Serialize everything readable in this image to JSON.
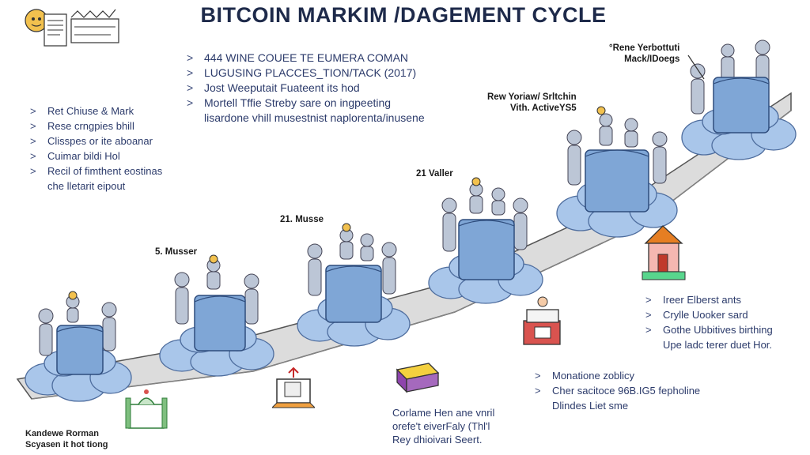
{
  "title": "BITCOIN MARKIM /DAGEMENT CYCLE",
  "header_bullets": [
    "444 WINE COUEE TE EUMERA COMAN",
    "LUGUSING PLACCES_TION/TACK (2017)",
    "Jost Weeputait Fuateent its hod",
    "Mortell Tffie Streby sare on ingpeeting",
    "lisardone vhill musestnist naplorenta/inusene"
  ],
  "left_bullets": [
    "Ret Chiuse & Mark",
    "Rese crngpies bhill",
    "Clisspes or ite aboanar",
    "Cuimar bildi Hol",
    "Recil of fimthent eostinas",
    "che lletarit eipout"
  ],
  "stage_labels": [
    {
      "num": "5.",
      "text": "Musser"
    },
    {
      "num": "21.",
      "text": "Musse"
    },
    {
      "num": "21",
      "text": "Valler"
    },
    {
      "num": "",
      "text": "Rew Yoriaw/ Srltchin\nVith. ActiveYS5"
    },
    {
      "num": "",
      "text": "°Rene Yerbottuti\nMack/IDoegs"
    }
  ],
  "right_bullets": [
    "Ireer Elberst ants",
    "Crylle Uooker sard",
    "Gothe Ubbitives birthing",
    "Upe ladc terer duet Hor."
  ],
  "mid_bullets": [
    "Monatione zoblicy",
    "Cher sacitoce 96B.IG5 fepholine",
    "Dlindes Liet sme"
  ],
  "bottom_caption": [
    "Corlame Hen ane vnril",
    "orefe't eiverFaly (Thl'l",
    "Rey dhioivari Seert."
  ],
  "footnote": [
    "Kandewe Rorman",
    "Scyasen it hot tiong"
  ],
  "colors": {
    "road": "#d9d9d9",
    "cloud": "#a9c6ea",
    "cloud_edge": "#4e6d9e",
    "person": "#bcc6d6",
    "cube": "#7fa6d6",
    "text": "#2c3b6b"
  }
}
